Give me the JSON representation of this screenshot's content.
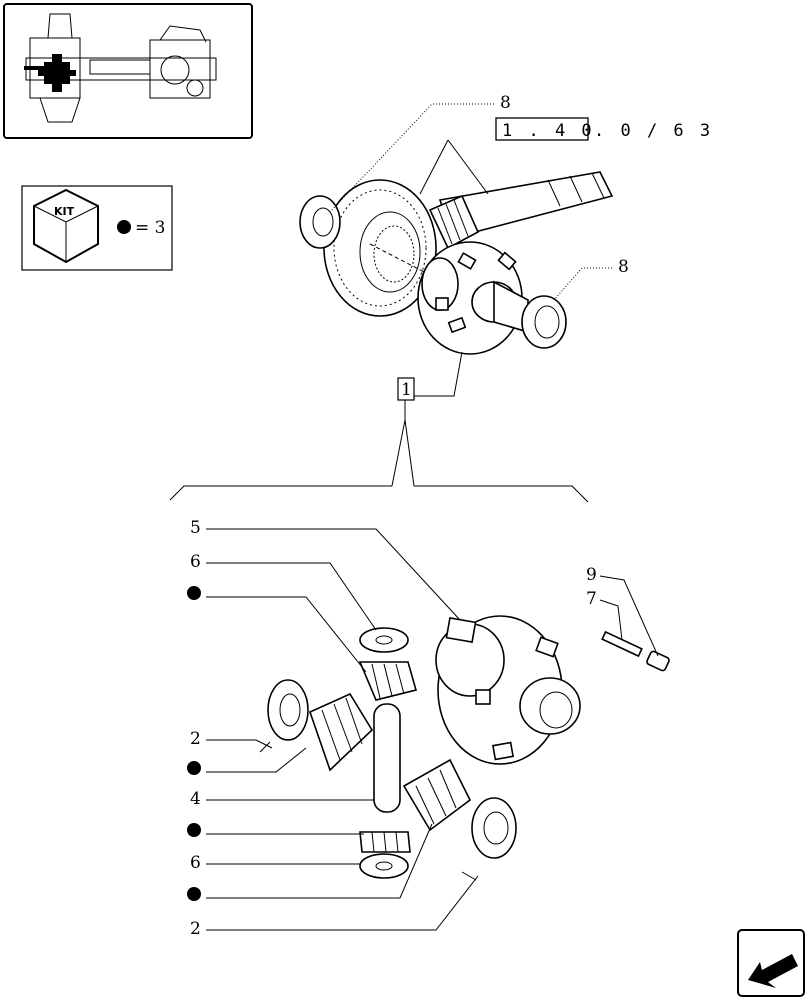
{
  "reference": {
    "prefix": "1 . 4 0",
    "suffix": ". 0 / 6 3"
  },
  "kit": {
    "label": "KIT",
    "quantity_text": "= 3"
  },
  "callouts": {
    "upper_bearing_left": "8",
    "upper_bearing_right": "8",
    "assembly_box": "1",
    "housing": "5",
    "washer_top": "6",
    "washer_bottom": "6",
    "thrust_washer_left": "2",
    "thrust_washer_right": "2",
    "cross_pin": "4",
    "pin": "7",
    "plug": "9"
  }
}
